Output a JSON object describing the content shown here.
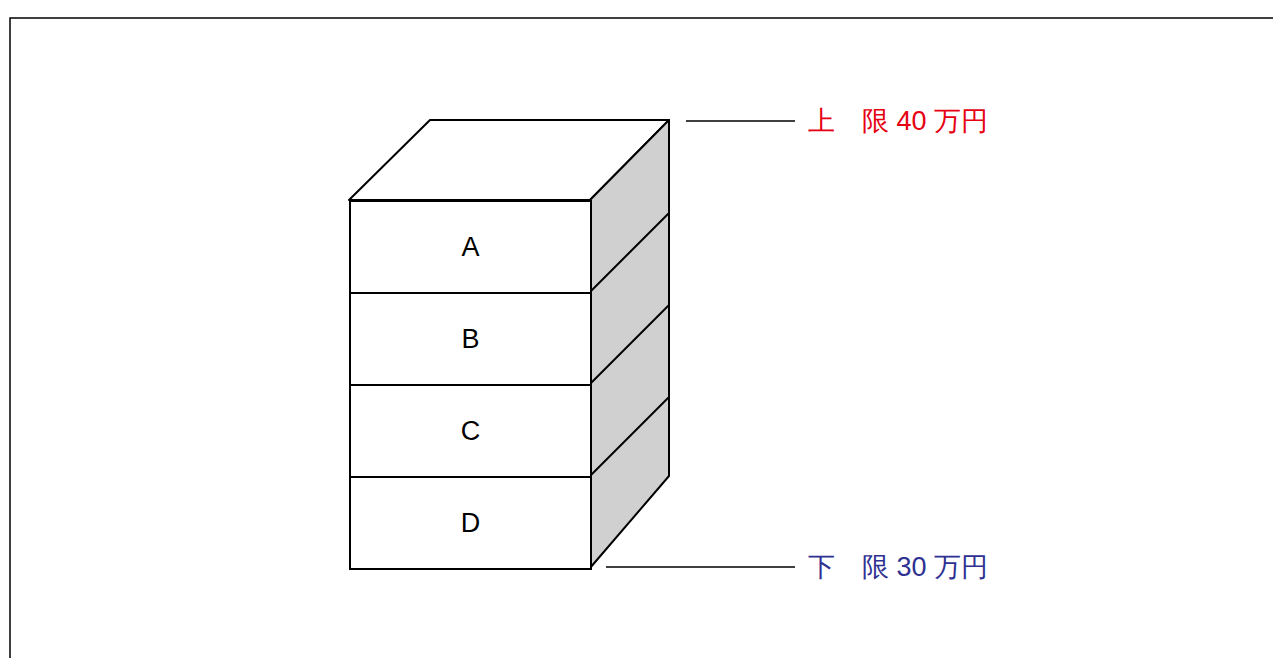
{
  "diagram": {
    "nodes": [
      {
        "text": [
          "A"
        ]
      },
      {
        "text": [
          "B"
        ]
      },
      {
        "text": [
          "C"
        ]
      },
      {
        "text": [
          "D"
        ]
      }
    ],
    "labels": [
      "上　限 40 万円",
      "下　限 30 万円"
    ]
  }
}
